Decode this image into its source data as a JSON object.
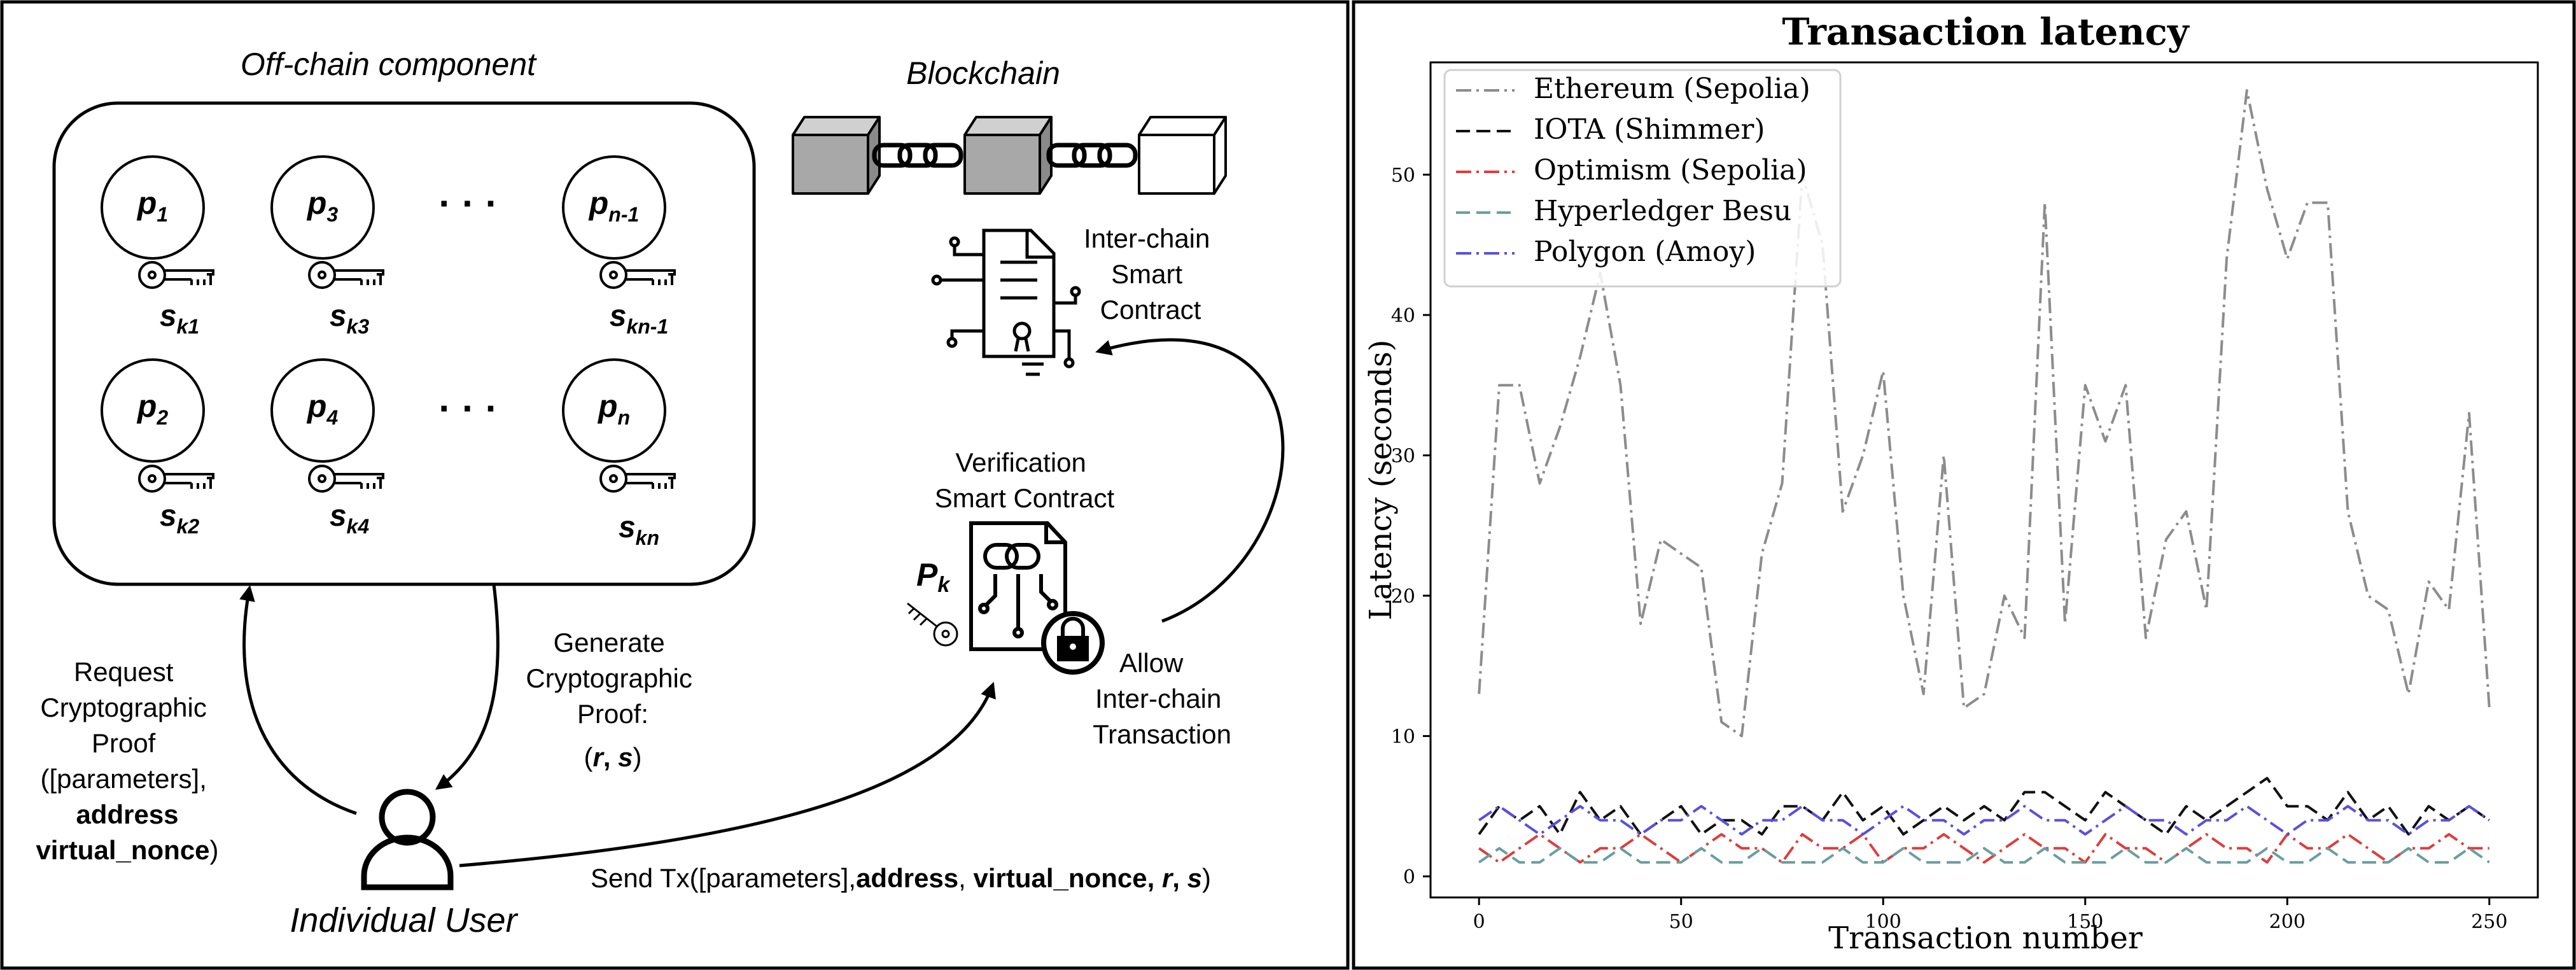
{
  "diagram": {
    "offchain_title": "Off-chain component",
    "blockchain_title": "Blockchain",
    "nodes": [
      {
        "base": "p",
        "sub": "1",
        "key_base": "s",
        "key_sub": "k1"
      },
      {
        "base": "p",
        "sub": "3",
        "key_base": "s",
        "key_sub": "k3"
      },
      {
        "base": "p",
        "sub": "n-1",
        "key_base": "s",
        "key_sub": "kn-1"
      },
      {
        "base": "p",
        "sub": "2",
        "key_base": "s",
        "key_sub": "k2"
      },
      {
        "base": "p",
        "sub": "4",
        "key_base": "s",
        "key_sub": "k4"
      },
      {
        "base": "p",
        "sub": "n",
        "key_base": "s",
        "key_sub": "kn"
      }
    ],
    "ellipsis": "· · ·",
    "interchain_lines": [
      "Inter-chain",
      "Smart",
      "Contract"
    ],
    "verification_lines": [
      "Verification",
      "Smart Contract"
    ],
    "pk_base": "P",
    "pk_sub": "k",
    "allow_lines": [
      "Allow",
      "Inter-chain",
      "Transaction"
    ],
    "generate_lines": [
      "Generate",
      "Cryptographic",
      "Proof:"
    ],
    "generate_rs": {
      "open": "(",
      "r": "r",
      "comma": ", ",
      "s": "s",
      "close": ")"
    },
    "request_lines": [
      "Request",
      "Cryptographic",
      "Proof",
      "([parameters],"
    ],
    "request_bold1": "address",
    "request_bold2": "virtual_nonce",
    "request_close": ")",
    "user_label": "Individual User",
    "send": {
      "prefix": "Send Tx([parameters],",
      "address": "address",
      "sep": ", ",
      "nonce": "virtual_nonce, ",
      "r": "r",
      "comma": ", ",
      "s": "s",
      "close": ")"
    }
  },
  "chart_data": {
    "type": "line",
    "title": "Transaction latency",
    "xlabel": "Transaction number",
    "ylabel": "Latency (seconds)",
    "xlim": [
      -12,
      262
    ],
    "ylim": [
      -1.5,
      58
    ],
    "xticks": [
      0,
      50,
      100,
      150,
      200,
      250
    ],
    "yticks": [
      0,
      10,
      20,
      30,
      40,
      50
    ],
    "legend_position": "top-left",
    "grid": false,
    "x": [
      0,
      5,
      10,
      15,
      20,
      25,
      30,
      35,
      40,
      45,
      50,
      55,
      60,
      65,
      70,
      75,
      80,
      85,
      90,
      95,
      100,
      105,
      110,
      115,
      120,
      125,
      130,
      135,
      140,
      145,
      150,
      155,
      160,
      165,
      170,
      175,
      180,
      185,
      190,
      195,
      200,
      205,
      210,
      215,
      220,
      225,
      230,
      235,
      240,
      245,
      250
    ],
    "series": [
      {
        "name": "Ethereum (Sepolia)",
        "color": "#8c8c8c",
        "dash": "dashdot",
        "values": [
          13,
          35,
          35,
          28,
          32,
          37,
          43,
          35,
          18,
          24,
          23,
          22,
          11,
          10,
          23,
          28,
          50,
          45,
          26,
          30,
          36,
          20,
          13,
          30,
          12,
          13,
          20,
          17,
          48,
          18,
          35,
          31,
          35,
          17,
          24,
          26,
          19,
          44,
          56,
          49,
          44,
          48,
          48,
          26,
          20,
          19,
          13,
          21,
          19,
          33,
          12
        ]
      },
      {
        "name": "IOTA (Shimmer)",
        "color": "#111111",
        "dash": "dashed",
        "values": [
          3,
          5,
          4,
          5,
          3,
          6,
          4,
          5,
          3,
          4,
          5,
          3,
          4,
          4,
          3,
          5,
          5,
          4,
          6,
          4,
          5,
          3,
          4,
          5,
          4,
          5,
          4,
          6,
          6,
          5,
          4,
          6,
          5,
          4,
          3,
          5,
          4,
          5,
          6,
          7,
          5,
          5,
          4,
          6,
          4,
          5,
          3,
          5,
          4,
          5,
          4
        ]
      },
      {
        "name": "Optimism (Sepolia)",
        "color": "#e03c3c",
        "dash": "dashdot",
        "values": [
          2,
          1,
          2,
          3,
          2,
          1,
          2,
          2,
          3,
          2,
          1,
          2,
          3,
          2,
          2,
          1,
          3,
          2,
          2,
          3,
          1,
          2,
          2,
          3,
          2,
          1,
          2,
          3,
          2,
          2,
          1,
          3,
          2,
          2,
          1,
          2,
          3,
          2,
          2,
          1,
          3,
          2,
          2,
          3,
          2,
          1,
          2,
          2,
          3,
          2,
          2
        ]
      },
      {
        "name": "Hyperledger Besu",
        "color": "#6a9e9e",
        "dash": "dashed",
        "values": [
          1,
          2,
          1,
          1,
          2,
          1,
          1,
          2,
          1,
          1,
          1,
          2,
          1,
          1,
          2,
          1,
          1,
          1,
          2,
          1,
          1,
          2,
          1,
          1,
          1,
          2,
          1,
          1,
          2,
          1,
          1,
          1,
          2,
          1,
          1,
          2,
          1,
          1,
          1,
          2,
          1,
          1,
          2,
          1,
          1,
          1,
          2,
          1,
          1,
          2,
          1
        ]
      },
      {
        "name": "Polygon (Amoy)",
        "color": "#5a4fe0",
        "dash": "dashdot",
        "values": [
          4,
          5,
          4,
          3,
          4,
          5,
          4,
          4,
          3,
          4,
          4,
          5,
          4,
          3,
          4,
          4,
          5,
          4,
          4,
          3,
          4,
          5,
          4,
          4,
          3,
          4,
          4,
          5,
          4,
          4,
          3,
          4,
          5,
          4,
          4,
          3,
          4,
          4,
          5,
          4,
          3,
          4,
          4,
          5,
          4,
          4,
          3,
          4,
          4,
          5,
          4
        ]
      }
    ]
  }
}
